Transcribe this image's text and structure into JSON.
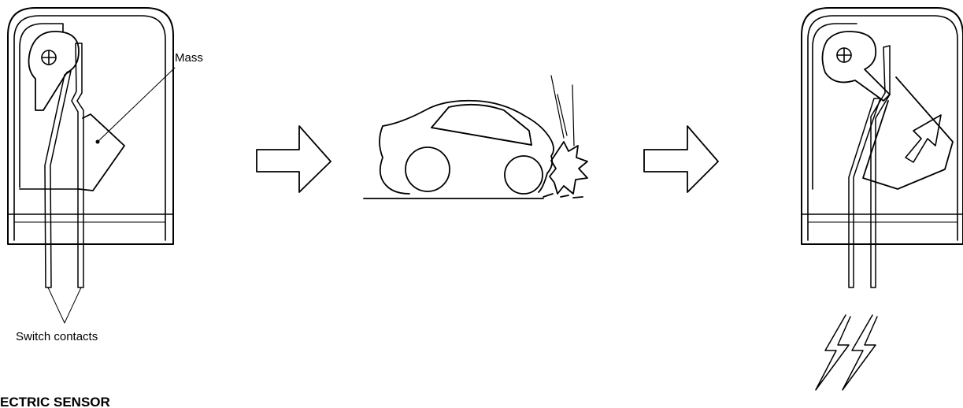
{
  "labels": {
    "mass": "Mass",
    "switch_contacts": "Switch contacts",
    "caption": "ECTRIC SENSOR"
  },
  "colors": {
    "ink": "#000000",
    "paper": "#ffffff"
  },
  "icons": [
    "pivot-cross-icon",
    "right-arrow-icon",
    "lightning-bolt-icon"
  ]
}
